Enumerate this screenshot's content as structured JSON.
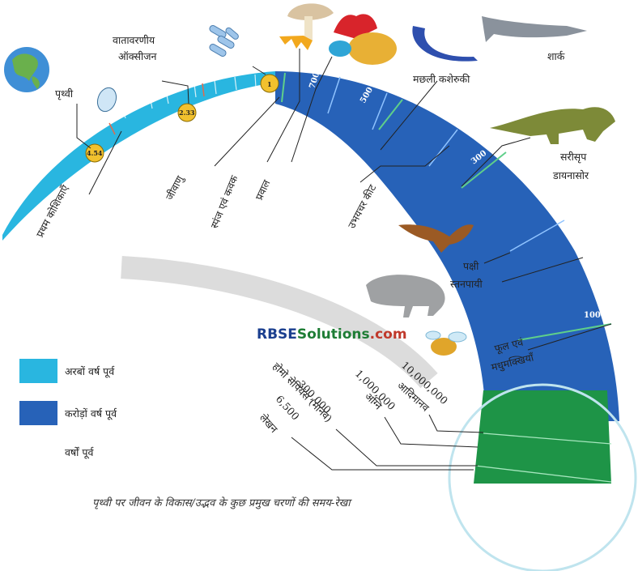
{
  "caption": "पृथ्वी पर जीवन के विकास/उद्भव के कुछ प्रमुख चरणों की समय-रेखा",
  "watermark": {
    "part1": "RBSE",
    "part2": "Solutions",
    "part3": ".com"
  },
  "legend": [
    {
      "label": "अरबों वर्ष पूर्व",
      "color": "#29b6e0"
    },
    {
      "label": "करोड़ों वर्ष पूर्व",
      "color": "#2762b8"
    },
    {
      "label": "वर्षों पूर्व",
      "color": "#1e9447"
    }
  ],
  "markers": {
    "earth": "4.54",
    "cells": "2.33",
    "bacteria": "1"
  },
  "scale": {
    "s700": "700",
    "s500": "500",
    "s300": "300",
    "s100": "100"
  },
  "labels": {
    "earth": "पृथ्वी",
    "first_cells": "प्रथम कोशिकाएँ",
    "oxygen_1": "वातावरणीय",
    "oxygen_2": "ऑक्सीजन",
    "bacteria": "जीवाणु",
    "sponge": "स्पंज एवं कवक",
    "coral": "प्रवाल",
    "fish": "मछली कशेरुकी",
    "insects": "उभयचर कीट",
    "shark": "शार्क",
    "reptile_1": "सरीसृप",
    "reptile_2": "डायनासोर",
    "bird": "पक्षी",
    "mammal": "स्तनपायी",
    "flower_1": "फूल एवं",
    "flower_2": "मधुमक्खियाँ",
    "y10m": "10,000,000",
    "early_man": "आदिमानव",
    "y1m": "1,000,000",
    "fire": "अग्नि",
    "y300k": "300,000",
    "homo": "होमो सेपियंस (मानव)",
    "y6500": "6,500",
    "writing": "लेखन"
  }
}
